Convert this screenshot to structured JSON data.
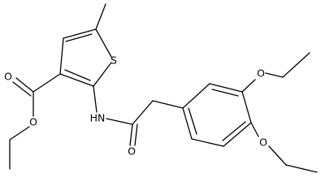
{
  "molecule": {
    "atoms": {
      "s_ring": "S",
      "n_amide": "HN",
      "o_ester_carbonyl": "O",
      "o_ester_ether": "O",
      "o_amide_carbonyl": "O",
      "o_ethoxy_3": "O",
      "o_ethoxy_4": "O"
    }
  },
  "colors": {
    "background": "#ffffff",
    "bond": "#000000",
    "label": "#000000"
  }
}
